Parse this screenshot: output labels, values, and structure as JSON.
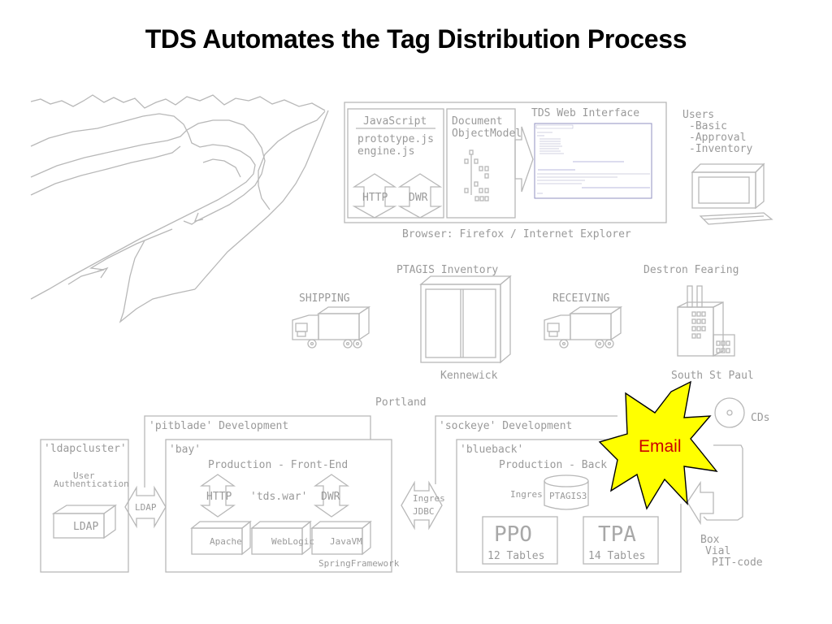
{
  "title": "TDS Automates the Tag Distribution Process",
  "browser": {
    "javascript_label": "JavaScript",
    "prototype_label": "prototype.js",
    "engine_label": "engine.js",
    "http_label": "HTTP",
    "dwr_label": "DWR",
    "document_label": "Document",
    "object_model_label": "ObjectModel",
    "tds_web_interface_label": "TDS Web Interface",
    "browser_caption": "Browser: Firefox / Internet Explorer"
  },
  "users": {
    "heading": "Users",
    "items": [
      "-Basic",
      "-Approval",
      "-Inventory"
    ]
  },
  "locations": {
    "ptagis_inventory": "PTAGIS Inventory",
    "destron_fearing": "Destron Fearing",
    "shipping": "SHIPPING",
    "receiving": "RECEIVING",
    "kennewick": "Kennewick",
    "south_st_paul": "South St Paul",
    "portland": "Portland"
  },
  "servers": {
    "ldap_cluster_label": "'ldapcluster'",
    "user_auth_line1": "User",
    "user_auth_line2": "Authentication",
    "ldap_label": "LDAP",
    "ldap_arrow_label": "LDAP",
    "pitblade_label": "'pitblade'   Development",
    "bay_label": "'bay'",
    "frontend_label": "Production - Front-End",
    "fe_http_label": "HTTP",
    "tds_war_label": "'tds.war'",
    "fe_dwr_label": "DWR",
    "apache_label": "Apache",
    "weblogic_label": "WebLogic",
    "javavm_label": "JavaVM",
    "spring_label": "SpringFramework",
    "ingres_jdbc_line1": "Ingres",
    "ingres_jdbc_line2": "JDBC",
    "sockeye_label": "'sockeye'   Development",
    "blueback_label": "'blueback'",
    "backend_label": "Production - Back",
    "ingres_label": "Ingres",
    "ptagis3_label": "PTAGIS3",
    "ppo_label": "PPO",
    "ppo_tables": "12 Tables",
    "tpa_label": "TPA",
    "tpa_tables": "14 Tables"
  },
  "outputs": {
    "cds_label": "CDs",
    "box_label": "Box",
    "vial_label": "Vial",
    "pitcode_label": "PIT-code"
  },
  "email_label": "Email",
  "colors": {
    "line_gray": "#b8b8b8",
    "email_fill": "#ffff00",
    "email_text": "#cc0000"
  }
}
